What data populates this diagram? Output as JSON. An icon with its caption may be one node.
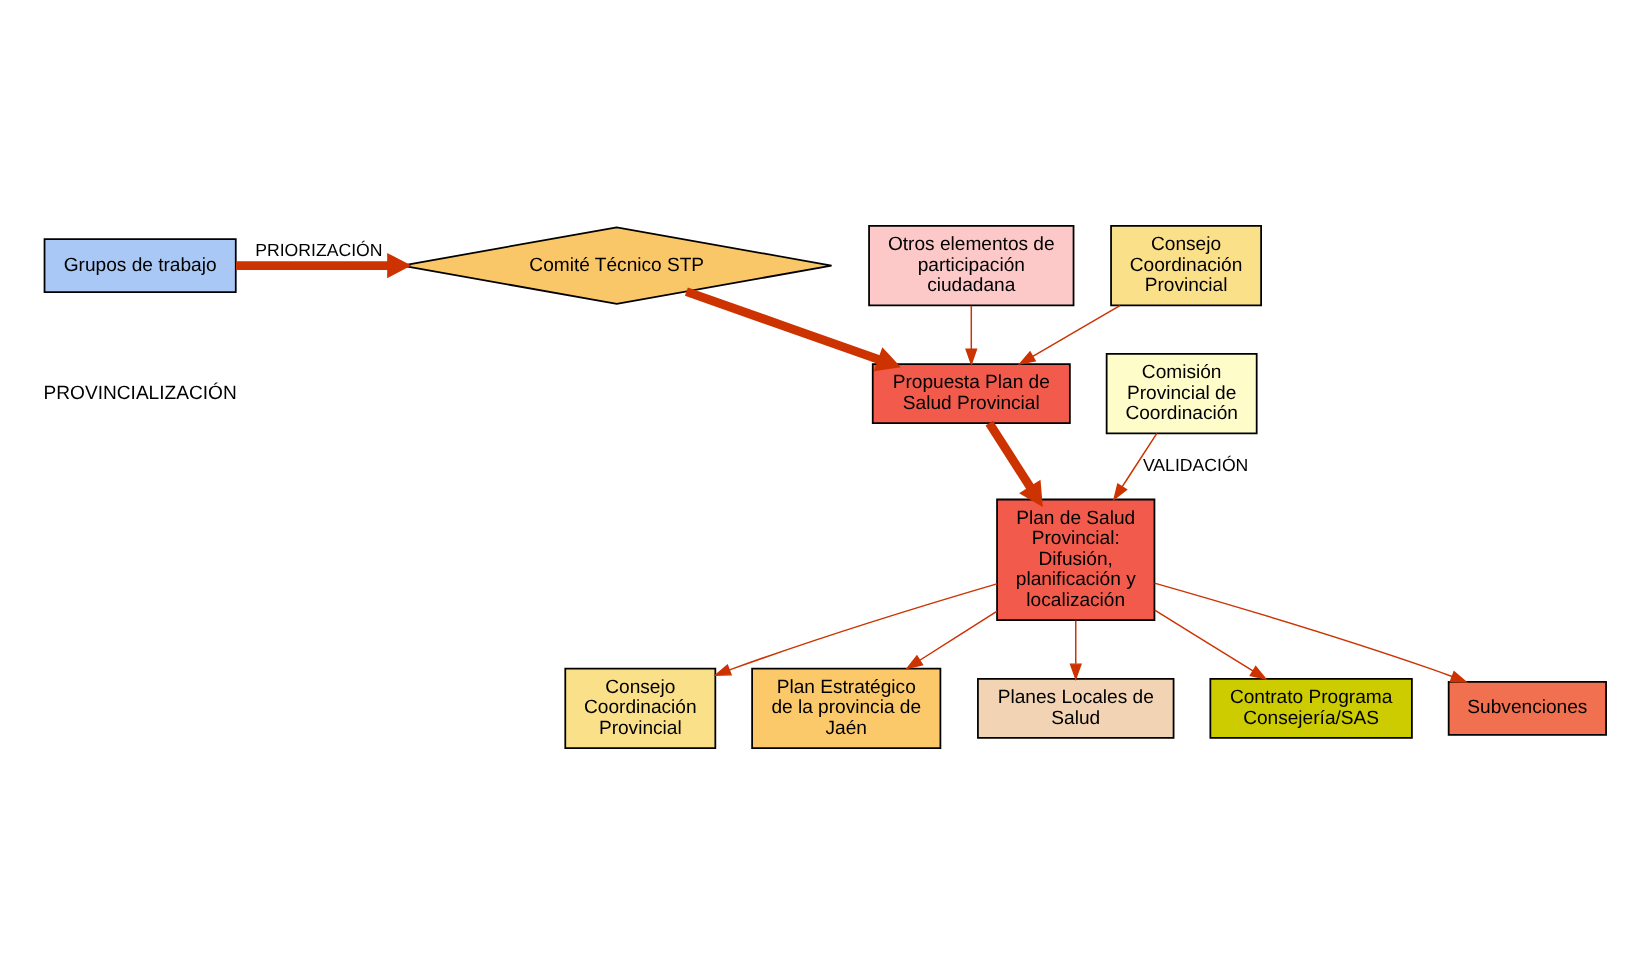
{
  "diagram": {
    "nodes": [
      {
        "text": [
          "Grupos de trabajo"
        ]
      },
      {
        "text": [
          "Comité Técnico STP"
        ]
      },
      {
        "text": [
          "Otros elementos de participación ciudadana"
        ]
      },
      {
        "text": [
          "Consejo Coordinación Provincial"
        ]
      },
      {
        "text": [
          "Propuesta Plan de Salud Provincial"
        ]
      },
      {
        "text": [
          "Comisión Provincial de Coordinación"
        ]
      },
      {
        "text": [
          "Plan de Salud Provincial: Difusión, planificación y localización"
        ]
      },
      {
        "text": [
          "Consejo Coordinación Provincial"
        ]
      },
      {
        "text": [
          "Plan Estratégico de la provincia de Jaén"
        ]
      },
      {
        "text": [
          "Planes Locales de Salud"
        ]
      },
      {
        "text": [
          "Contrato Programa Consejería/SAS"
        ]
      },
      {
        "text": [
          "Subvenciones"
        ]
      }
    ],
    "edges": [
      {
        "from": 0,
        "to": 1,
        "arrow": "to",
        "label": "PRIORIZACIÓN",
        "style": "thick"
      },
      {
        "from": 1,
        "to": 4,
        "arrow": "to",
        "style": "thick"
      },
      {
        "from": 2,
        "to": 4,
        "arrow": "to"
      },
      {
        "from": 3,
        "to": 4,
        "arrow": "to"
      },
      {
        "from": 4,
        "to": 6,
        "arrow": "to",
        "style": "thick"
      },
      {
        "from": 5,
        "to": 6,
        "arrow": "to",
        "label": "VALIDACIÓN"
      },
      {
        "from": 6,
        "to": 7,
        "arrow": "to"
      },
      {
        "from": 6,
        "to": 8,
        "arrow": "to"
      },
      {
        "from": 6,
        "to": 9,
        "arrow": "to"
      },
      {
        "from": 6,
        "to": 10,
        "arrow": "to"
      },
      {
        "from": 6,
        "to": 11,
        "arrow": "to"
      }
    ],
    "labels": [
      "PROVINCIALIZACIÓN"
    ]
  }
}
